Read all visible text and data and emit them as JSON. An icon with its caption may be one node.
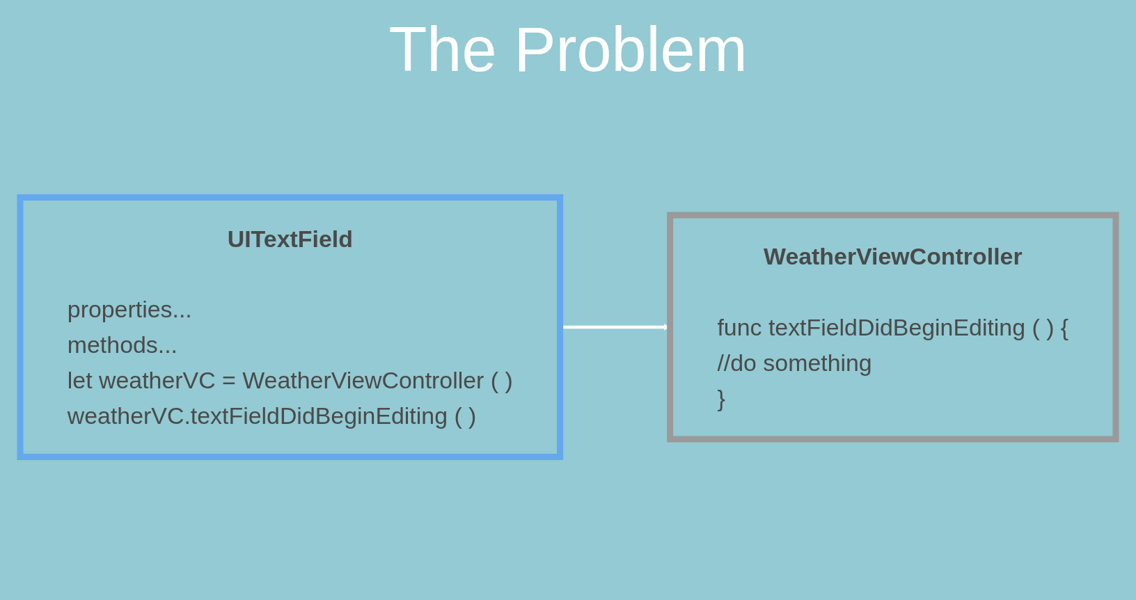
{
  "diagram": {
    "title": "The Problem",
    "nodes": [
      {
        "text": [
          "UITextField",
          "properties...",
          "methods...",
          "let weatherVC = WeatherViewController ( )",
          "weatherVC.textFieldDidBeginEditing ( )"
        ]
      },
      {
        "text": [
          "WeatherViewController",
          "func textFieldDidBeginEditing ( ) {",
          "//do something",
          "}"
        ]
      }
    ],
    "edges": [
      {
        "from": 0,
        "to": 1,
        "arrow": "to",
        "color": "#ffffff"
      }
    ]
  }
}
